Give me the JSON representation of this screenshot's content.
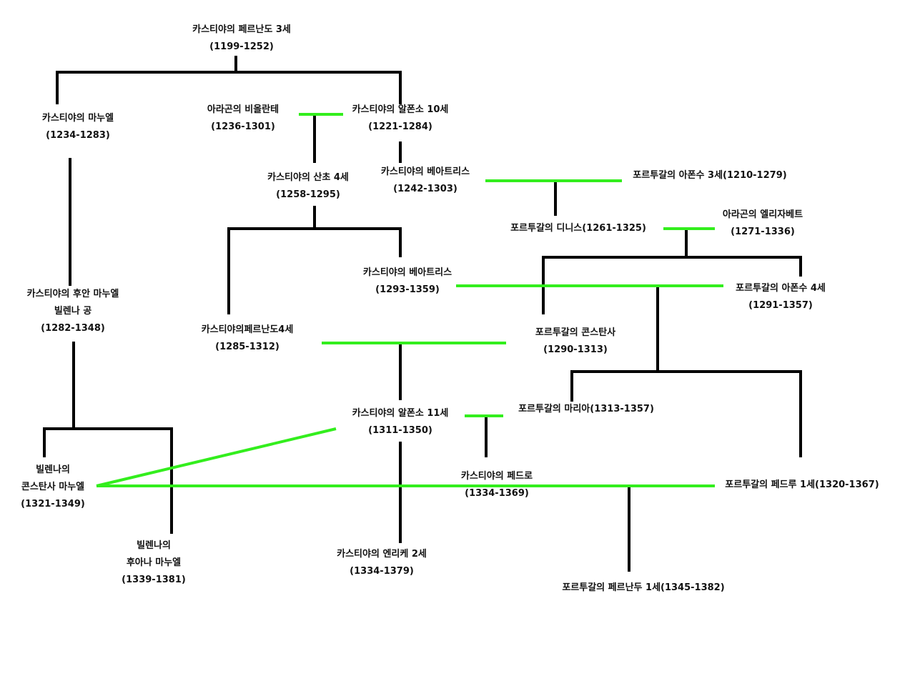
{
  "colors": {
    "lineage": "#000000",
    "marriage": "#33ee1d",
    "text": "#111111"
  },
  "nodes": [
    {
      "id": "fernando-iii",
      "lines": [
        "카스티야의 페르난도 3세",
        "(1199-1252)"
      ]
    },
    {
      "id": "manuel-castile",
      "lines": [
        "카스티야의 마누엘",
        "(1234-1283)"
      ]
    },
    {
      "id": "violante-aragon",
      "lines": [
        "아라곤의 비올란테",
        "(1236-1301)"
      ]
    },
    {
      "id": "alfonso-x",
      "lines": [
        "카스티야의 알폰소 10세",
        "(1221-1284)"
      ]
    },
    {
      "id": "sancho-iv",
      "lines": [
        "카스티야의 산초 4세",
        "(1258-1295)"
      ]
    },
    {
      "id": "beatriz-1242",
      "lines": [
        "카스티야의 베아트리스",
        "(1242-1303)"
      ]
    },
    {
      "id": "afonso-iii",
      "lines": [
        "포르투갈의 아폰수 3세(1210-1279)"
      ]
    },
    {
      "id": "dinis",
      "lines": [
        "포르투갈의 디니스(1261-1325)"
      ]
    },
    {
      "id": "isabel-aragon",
      "lines": [
        "아라곤의 엘리자베트",
        "(1271-1336)"
      ]
    },
    {
      "id": "beatriz-1293",
      "lines": [
        "카스티야의 베아트리스",
        "(1293-1359)"
      ]
    },
    {
      "id": "afonso-iv",
      "lines": [
        "포르투갈의 아폰수 4세",
        "(1291-1357)"
      ]
    },
    {
      "id": "juan-manuel",
      "lines": [
        "카스티야의 후안 마누엘",
        "빌렌나 공",
        "(1282-1348)"
      ]
    },
    {
      "id": "fernando-iv",
      "lines": [
        "카스티야의페르난도4세",
        "(1285-1312)"
      ]
    },
    {
      "id": "constanca",
      "lines": [
        "포르투갈의 콘스탄사",
        "(1290-1313)"
      ]
    },
    {
      "id": "alfonso-xi",
      "lines": [
        "카스티야의 알폰소 11세",
        "(1311-1350)"
      ]
    },
    {
      "id": "maria-portugal",
      "lines": [
        "포르투갈의 마리아(1313-1357)"
      ]
    },
    {
      "id": "constanza-manuel",
      "lines": [
        "빌렌나의",
        "콘스탄사 마누엘",
        "(1321-1349)"
      ]
    },
    {
      "id": "pedro-castile",
      "lines": [
        "카스티야의 페드로",
        "(1334-1369)"
      ]
    },
    {
      "id": "pedro-i-portugal",
      "lines": [
        "포르투갈의 페드루 1세(1320-1367)"
      ]
    },
    {
      "id": "juana-manuel",
      "lines": [
        "빌렌나의",
        "후아나 마누엘",
        "(1339-1381)"
      ]
    },
    {
      "id": "enrique-ii",
      "lines": [
        "카스티야의 엔리케 2세",
        "(1334-1379)"
      ]
    },
    {
      "id": "fernando-i-portugal",
      "lines": [
        "포르투갈의 페르난두 1세(1345-1382)"
      ]
    }
  ]
}
